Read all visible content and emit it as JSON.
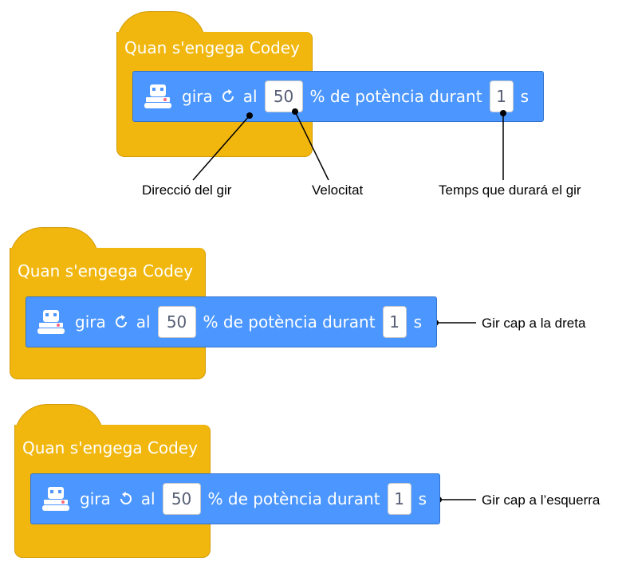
{
  "hat_title": "Quan s'engega Codey",
  "block": {
    "verb": "gira",
    "preposition": "al",
    "speed": "50",
    "middle_text": "% de potència durant",
    "duration": "1",
    "unit": "s"
  },
  "annotations": {
    "direction": "Direcció del gir",
    "speed": "Velocitat",
    "time": "Temps que durará el gir",
    "right_turn": "Gir cap a la dreta",
    "left_turn": "Gir cap a l’esquerra"
  },
  "icons": {
    "robot": "codey-robot-icon",
    "clockwise": "rotate-clockwise-icon",
    "counterclockwise": "rotate-counterclockwise-icon"
  },
  "colors": {
    "hat": "#f1b70e",
    "block": "#4c97ff",
    "field_border": "#c9c9c9"
  }
}
